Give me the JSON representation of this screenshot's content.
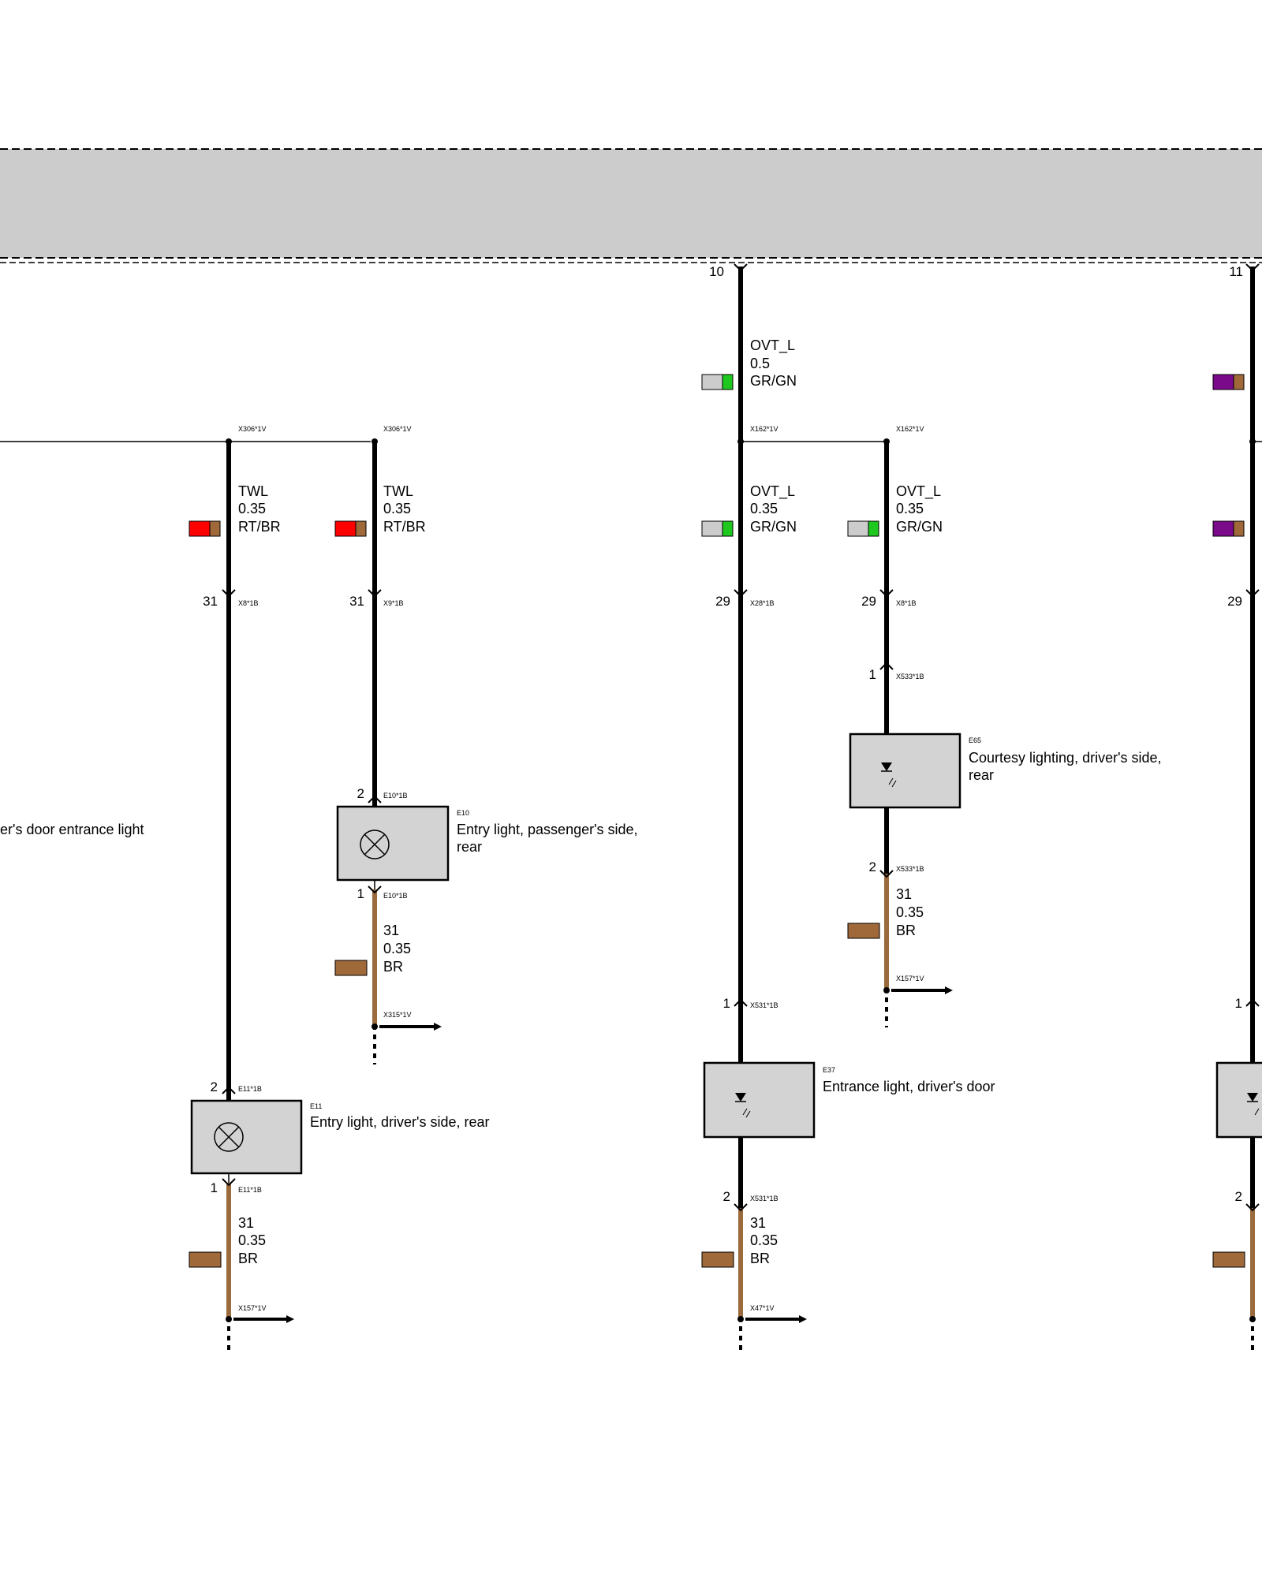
{
  "colors": {
    "wire_black": "#000000",
    "wire_brown": "#9b6b3d",
    "module_fill": "#cccccc",
    "component_fill": "#d3d3d3",
    "chip_red": "#ff0000",
    "chip_brown": "#a0693a",
    "chip_gray": "#cccccc",
    "chip_green": "#1ec81e",
    "chip_purple": "#7a0a8a"
  },
  "top_pins": {
    "p10": "10",
    "p11": "11"
  },
  "wires": {
    "ovt_top": {
      "signal": "OVT_L",
      "size": "0.5",
      "color": "GR/GN"
    },
    "twl_a": {
      "signal": "TWL",
      "size": "0.35",
      "color": "RT/BR"
    },
    "twl_b": {
      "signal": "TWL",
      "size": "0.35",
      "color": "RT/BR"
    },
    "ovt_a": {
      "signal": "OVT_L",
      "size": "0.35",
      "color": "GR/GN"
    },
    "ovt_b": {
      "signal": "OVT_L",
      "size": "0.35",
      "color": "GR/GN"
    },
    "br_e10": {
      "signal": "31",
      "size": "0.35",
      "color": "BR"
    },
    "br_e65": {
      "signal": "31",
      "size": "0.35",
      "color": "BR"
    },
    "br_e11": {
      "signal": "31",
      "size": "0.35",
      "color": "BR"
    },
    "br_e37": {
      "signal": "31",
      "size": "0.35",
      "color": "BR"
    }
  },
  "connectors": {
    "x306_a": "X306*1V",
    "x306_b": "X306*1V",
    "x162_a": "X162*1V",
    "x162_b": "X162*1V",
    "x8_a": "X8*1B",
    "x9": "X9*1B",
    "x28": "X28*1B",
    "x8_b": "X8*1B",
    "x533_1": "X533*1B",
    "x533_2": "X533*1B",
    "e10_top": "E10*1B",
    "e10_bot": "E10*1B",
    "x315": "X315*1V",
    "x157_a": "X157*1V",
    "x531_1": "X531*1B",
    "x531_2": "X531*1B",
    "e11_top": "E11*1B",
    "e11_bot": "E11*1B",
    "x157_b": "X157*1V",
    "x47": "X47*1V"
  },
  "pins": {
    "c1_31": "31",
    "c2_31": "31",
    "c3_29": "29",
    "c4_29": "29",
    "c5_29": "29",
    "e65_1": "1",
    "e65_2": "2",
    "e10_2": "2",
    "e10_1": "1",
    "e11_2": "2",
    "e11_1": "1",
    "e37_1": "1",
    "e37_2": "2",
    "c5_1": "1",
    "c5_2": "2"
  },
  "components": {
    "e10": {
      "code": "E10",
      "line1": "Entry light, passenger's side,",
      "line2": "rear"
    },
    "e65": {
      "code": "E65",
      "line1": "Courtesy lighting, driver's side,",
      "line2": "rear"
    },
    "e11": {
      "code": "E11",
      "line1": "Entry light, driver's side, rear"
    },
    "e37": {
      "code": "E37",
      "line1": "Entrance light, driver's door"
    }
  },
  "cut_text": "er's door entrance light"
}
